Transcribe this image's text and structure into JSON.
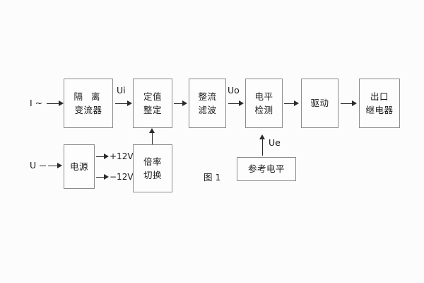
{
  "figure": {
    "caption": "图 1",
    "background_color": "#fcfcfc",
    "line_color": "#2b2b2b",
    "box_border_color": "#8c8c8c",
    "text_color": "#1a1a1a"
  },
  "inputs": [
    {
      "id": "current-input",
      "label": "I ~"
    },
    {
      "id": "voltage-input",
      "label": "U"
    }
  ],
  "blocks": [
    {
      "id": "isolation-transformer",
      "line1": "隔 离",
      "line2": "变流器"
    },
    {
      "id": "setting-adjustment",
      "line1": "定值",
      "line2": "整定"
    },
    {
      "id": "rectify-filter",
      "line1": "整流",
      "line2": "滤波"
    },
    {
      "id": "level-detection",
      "line1": "电平",
      "line2": "检测"
    },
    {
      "id": "drive",
      "line1": "驱动",
      "line2": ""
    },
    {
      "id": "output-relay",
      "line1": "出口",
      "line2": "继电器"
    },
    {
      "id": "power-supply",
      "line1": "电源",
      "line2": ""
    },
    {
      "id": "multiplier-switch",
      "line1": "倍率",
      "line2": "切换"
    },
    {
      "id": "reference-level",
      "line1": "参考电平",
      "line2": ""
    }
  ],
  "signals": [
    {
      "id": "ui-signal",
      "label": "Ui"
    },
    {
      "id": "uo-signal",
      "label": "Uo"
    },
    {
      "id": "ue-signal",
      "label": "Ue"
    }
  ],
  "rails": [
    {
      "id": "rail-positive",
      "label": "+12V"
    },
    {
      "id": "rail-negative",
      "label": "−12V"
    }
  ]
}
